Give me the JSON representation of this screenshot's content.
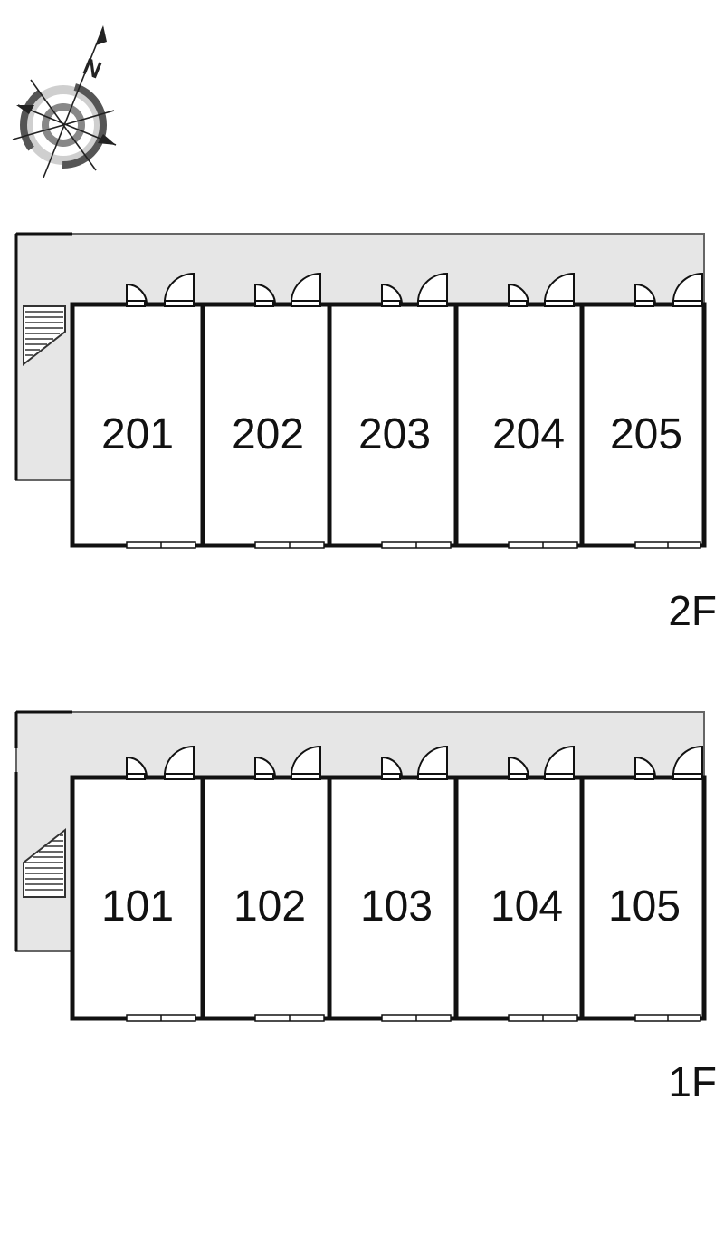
{
  "compass": {
    "north_label": "N",
    "icon": "compass-icon"
  },
  "floors": [
    {
      "label": "2F",
      "rooms": [
        "201",
        "202",
        "203",
        "204",
        "205"
      ]
    },
    {
      "label": "1F",
      "rooms": [
        "101",
        "102",
        "103",
        "104",
        "105"
      ]
    }
  ],
  "colors": {
    "walkway": "#e6e6e6",
    "wall": "#111111",
    "background": "#ffffff"
  }
}
